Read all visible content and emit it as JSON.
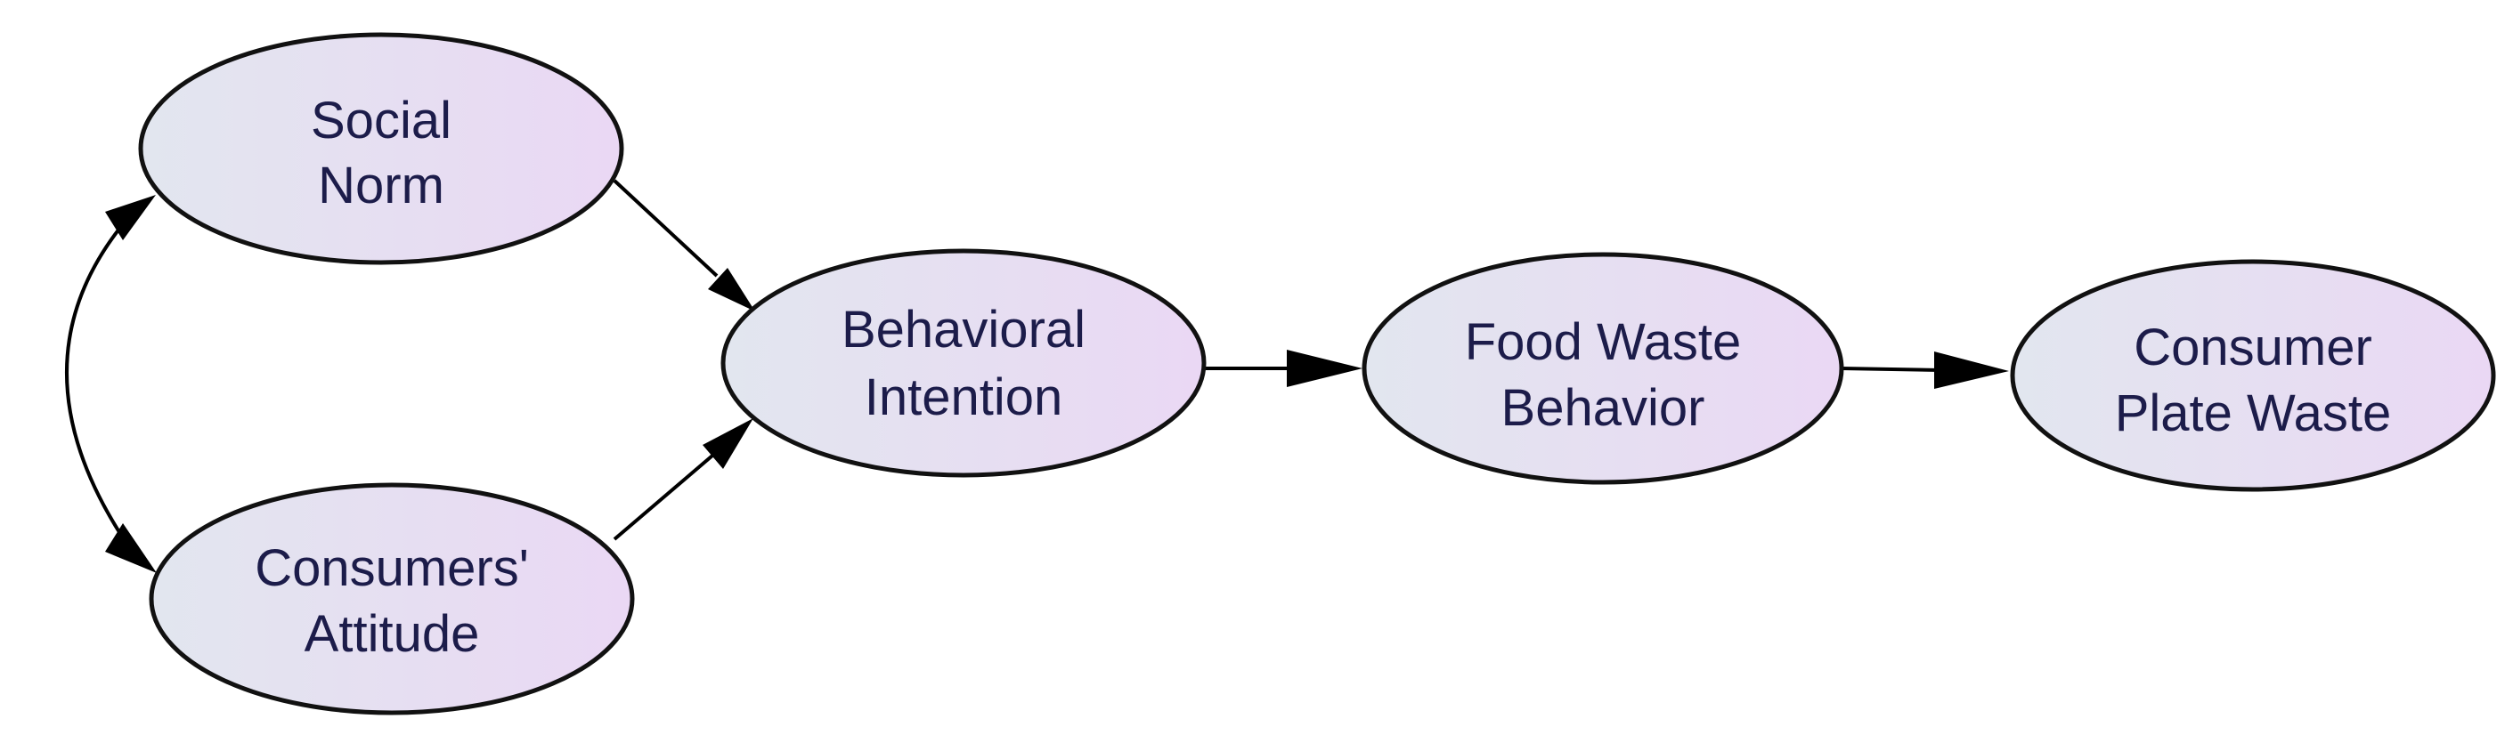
{
  "colors": {
    "node_fill_start": "#e2e6ef",
    "node_fill_end": "#ead8f4",
    "node_stroke": "#111111",
    "edge": "#000000",
    "label_text": "#1c1c4a"
  },
  "nodes": [
    {
      "id": "social_norm",
      "lines": [
        "Social",
        "Norm"
      ]
    },
    {
      "id": "consumers_attitude",
      "lines": [
        "Consumers'",
        "Attitude"
      ]
    },
    {
      "id": "behavioral_intention",
      "lines": [
        "Behavioral",
        "Intention"
      ]
    },
    {
      "id": "food_waste_behavior",
      "lines": [
        "Food Waste",
        "Behavior"
      ]
    },
    {
      "id": "consumer_plate_waste",
      "lines": [
        "Consumer",
        "Plate Waste"
      ]
    }
  ],
  "edges": [
    {
      "from": "social_norm",
      "to": "consumers_attitude",
      "bidirectional": true
    },
    {
      "from": "social_norm",
      "to": "behavioral_intention",
      "bidirectional": false
    },
    {
      "from": "consumers_attitude",
      "to": "behavioral_intention",
      "bidirectional": false
    },
    {
      "from": "behavioral_intention",
      "to": "food_waste_behavior",
      "bidirectional": false
    },
    {
      "from": "food_waste_behavior",
      "to": "consumer_plate_waste",
      "bidirectional": false
    }
  ]
}
